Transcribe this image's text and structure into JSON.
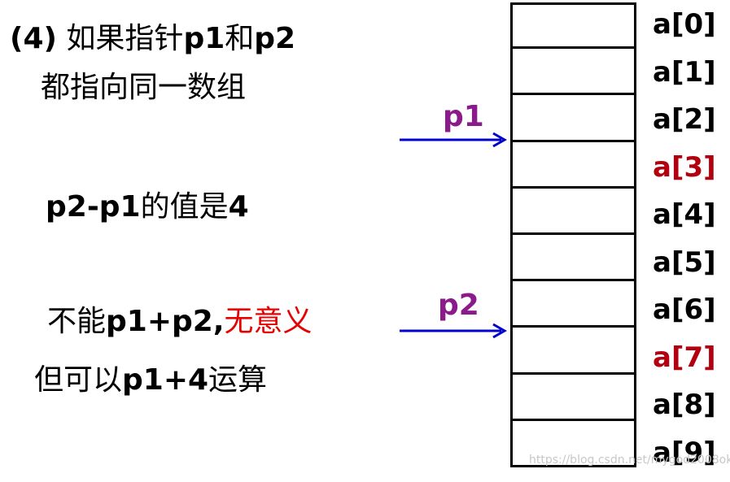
{
  "text": {
    "heading_num": "(4)",
    "heading_pre": "如果指针",
    "heading_p1": "p1",
    "heading_and": "和",
    "heading_p2": "p2",
    "line2": "都指向同一数组",
    "line3_expr": "p2-p1",
    "line3_mid": "的值是",
    "line3_val": "4",
    "line4_pre": "不能",
    "line4_expr": "p1+p2,",
    "line4_red": "无意义",
    "line5_pre": "但可以",
    "line5_expr": "p1+4",
    "line5_post": "运算"
  },
  "pointers": {
    "p1": {
      "label": "p1",
      "target_index": 3
    },
    "p2": {
      "label": "p2",
      "target_index": 7
    }
  },
  "array": {
    "labels": [
      "a[0]",
      "a[1]",
      "a[2]",
      "a[3]",
      "a[4]",
      "a[5]",
      "a[6]",
      "a[7]",
      "a[8]",
      "a[9]"
    ],
    "highlighted": [
      3,
      7
    ]
  },
  "colors": {
    "pointer_label": "#8b1a8b",
    "arrow": "#0000cc",
    "highlight_index": "#b3000f",
    "red_text": "#e60000"
  },
  "watermark": "https://blog.csdn.net/mygod2008ok"
}
